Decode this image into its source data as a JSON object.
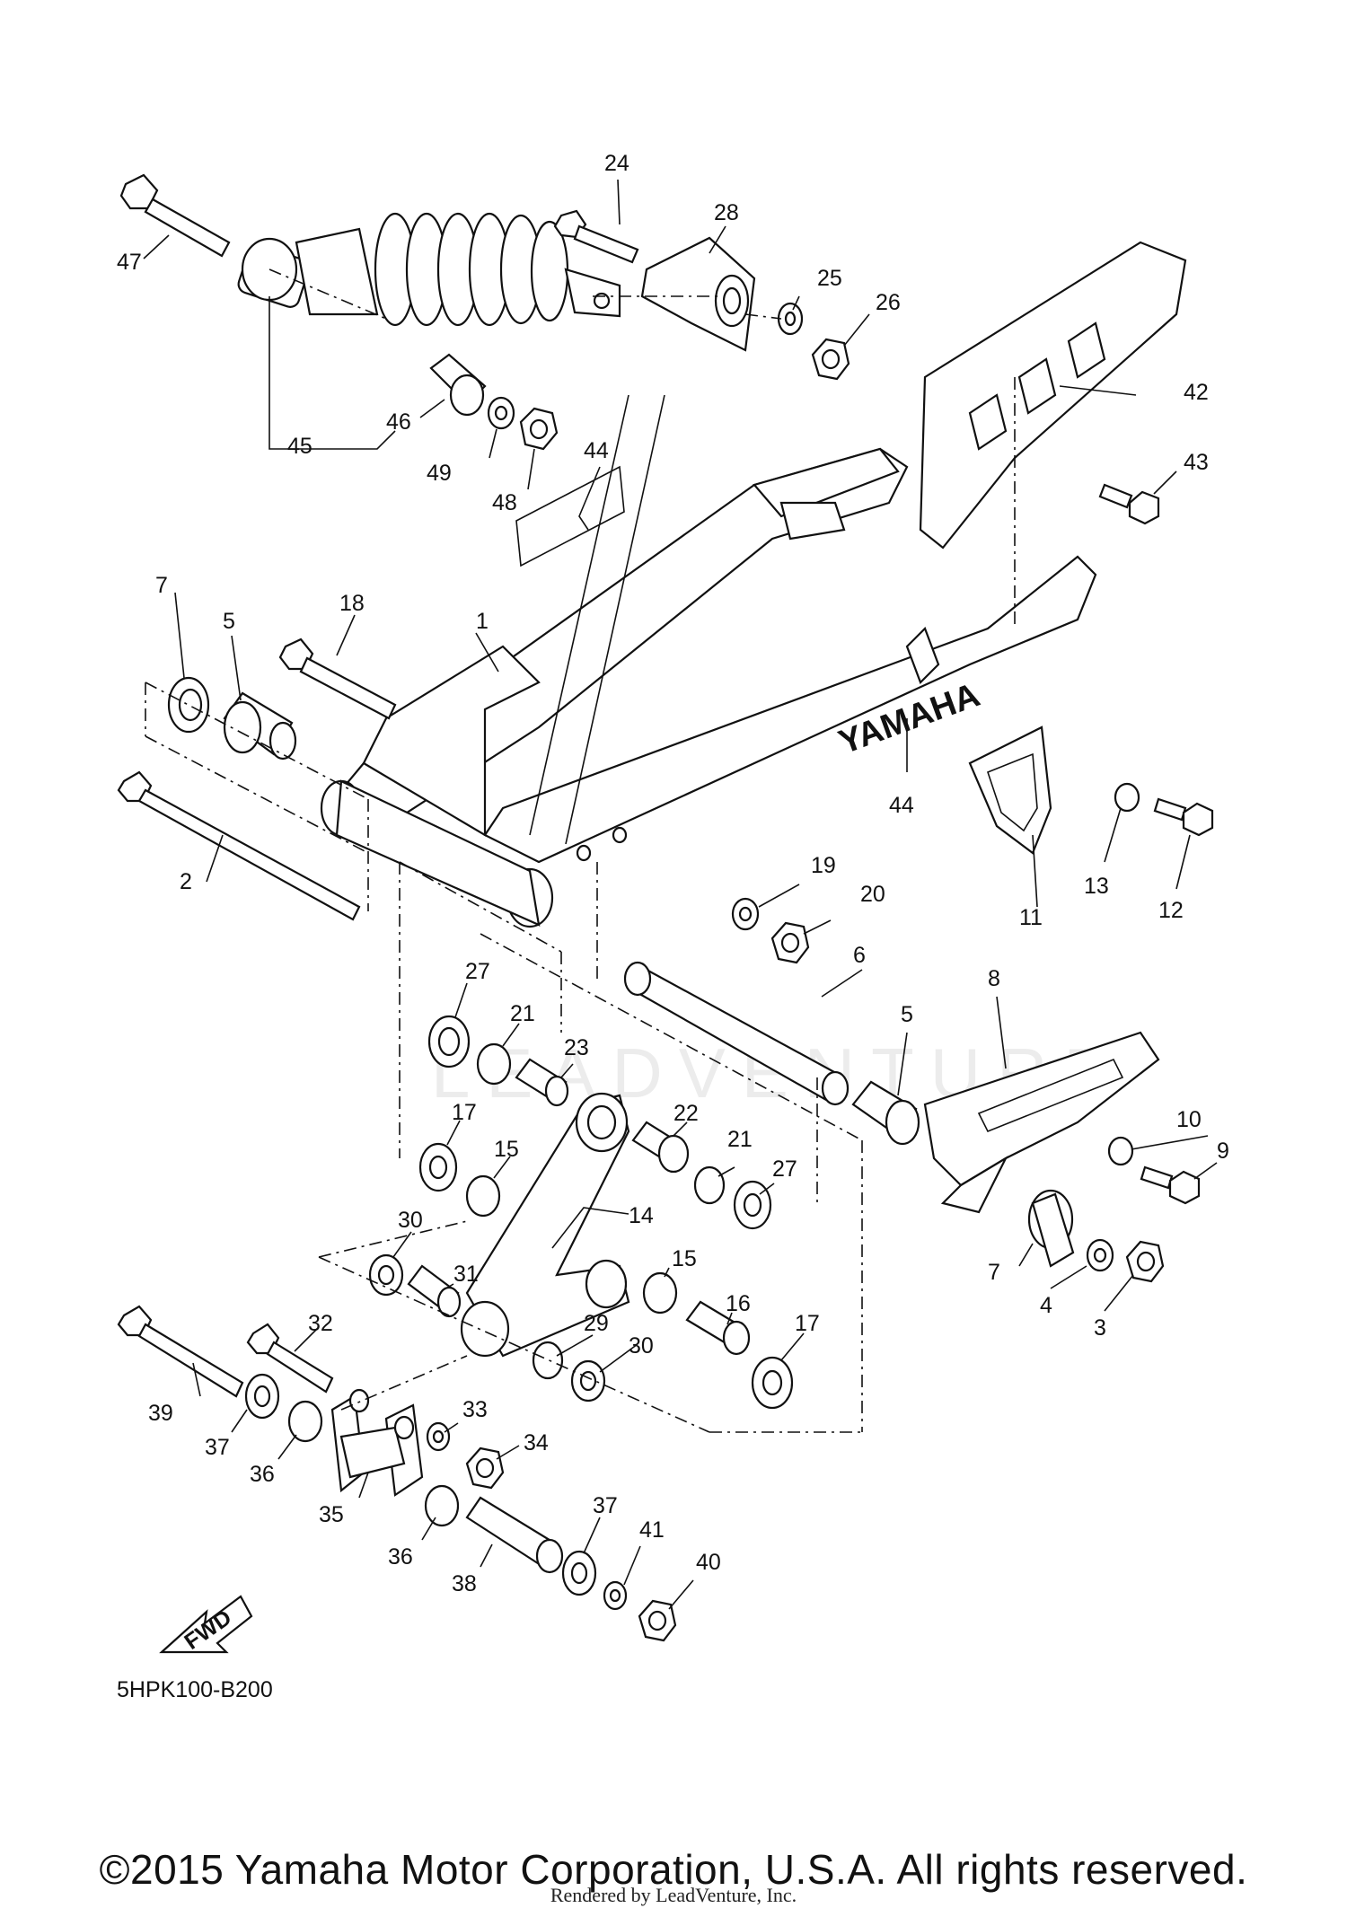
{
  "diagram": {
    "code": "5HPK100-B200",
    "brand_mark": "YAMAHA",
    "fwd_label": "FWD",
    "watermark": "LEADVENTURE",
    "parts": [
      "1",
      "2",
      "3",
      "4",
      "5",
      "5",
      "6",
      "7",
      "7",
      "8",
      "9",
      "10",
      "11",
      "12",
      "13",
      "14",
      "15",
      "15",
      "16",
      "17",
      "17",
      "18",
      "19",
      "20",
      "21",
      "21",
      "22",
      "23",
      "24",
      "25",
      "26",
      "27",
      "27",
      "28",
      "29",
      "30",
      "30",
      "31",
      "32",
      "33",
      "34",
      "35",
      "36",
      "36",
      "37",
      "37",
      "38",
      "39",
      "40",
      "41",
      "42",
      "43",
      "44",
      "44",
      "45",
      "46",
      "47",
      "48",
      "49"
    ]
  },
  "footer": {
    "copyright": "©2015 Yamaha Motor Corporation, U.S.A. All rights reserved.",
    "rendered_by": "Rendered by LeadVenture, Inc."
  }
}
